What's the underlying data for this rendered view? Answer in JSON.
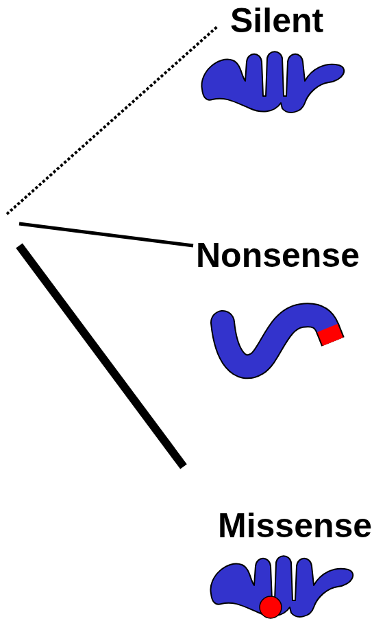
{
  "diagram": {
    "nodes": [
      {
        "text": [
          "Silent"
        ]
      },
      {
        "text": [
          "Nonsense"
        ]
      },
      {
        "text": [
          "Missense"
        ]
      }
    ]
  }
}
